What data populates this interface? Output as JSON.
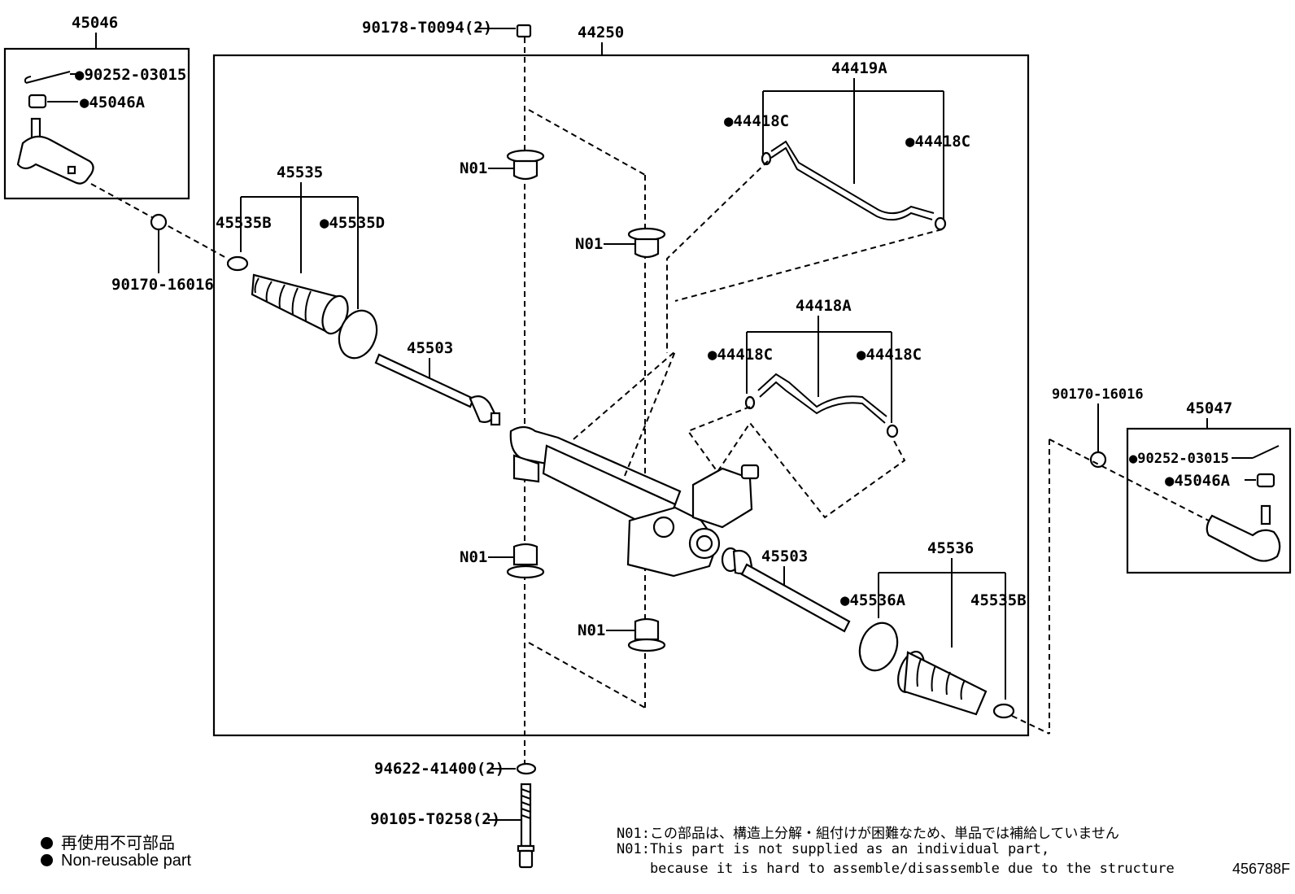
{
  "labels": {
    "p45046": "45046",
    "p90252_l": "●90252-03015",
    "p45046A_l": "●45046A",
    "p90170_l": "90170-16016",
    "p90178": "90178-T0094(2)",
    "p44250": "44250",
    "p44419A": "44419A",
    "p44418C_1": "●44418C",
    "p44418C_2": "●44418C",
    "p44418A": "44418A",
    "p44418C_3": "●44418C",
    "p44418C_4": "●44418C",
    "p45535": "45535",
    "p45535B_l": "45535B",
    "p45535D": "●45535D",
    "p45503_l": "45503",
    "p45503_r": "45503",
    "n01_a": "N01",
    "n01_b": "N01",
    "n01_c": "N01",
    "n01_d": "N01",
    "p45536": "45536",
    "p45536A": "●45536A",
    "p45535B_r": "45535B",
    "p90170_r": "90170-16016",
    "p45047": "45047",
    "p90252_r": "●90252-03015",
    "p45046A_r": "●45046A",
    "p94622": "94622-41400(2)",
    "p90105": "90105-T0258(2)"
  },
  "legend": {
    "jp": "再使用不可部品",
    "en": "Non-reusable part"
  },
  "note": {
    "line1": "N01:この部品は、構造上分解・組付けが困難なため、単品では補給していません",
    "line2": "N01:This part is not supplied as an individual part,",
    "line3": "    because it is hard to assemble/disassemble due to the structure"
  },
  "figure_number": "456788F"
}
